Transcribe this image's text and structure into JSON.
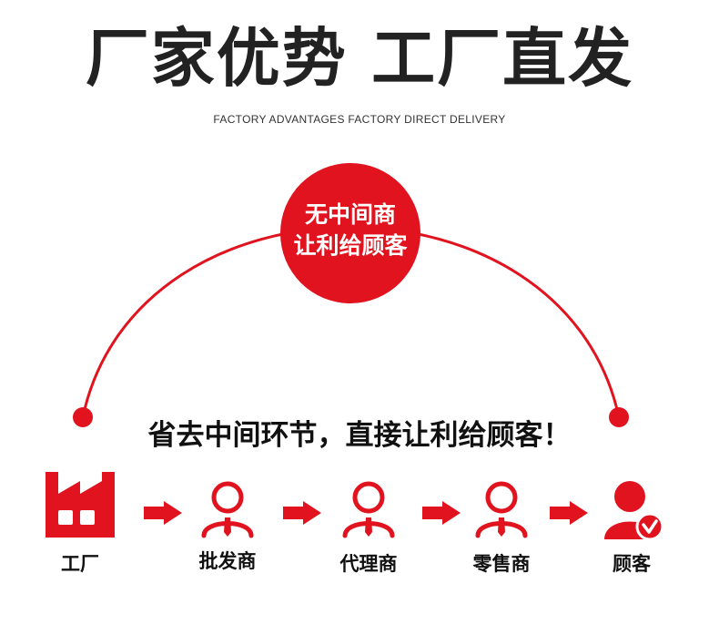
{
  "header": {
    "title": "厂家优势  工厂直发",
    "subtitle": "FACTORY ADVANTAGES FACTORY DIRECT DELIVERY"
  },
  "circle": {
    "line1": "无中间商",
    "line2": "让利给顾客"
  },
  "slogan": "省去中间环节，直接让利给顾客！",
  "chain": [
    {
      "label": "工厂",
      "icon": "factory-icon"
    },
    {
      "label": "批发商",
      "icon": "person-outline-icon"
    },
    {
      "label": "代理商",
      "icon": "person-outline-icon"
    },
    {
      "label": "零售商",
      "icon": "person-outline-icon"
    },
    {
      "label": "顾客",
      "icon": "customer-check-icon"
    }
  ],
  "colors": {
    "accent": "#e0131f",
    "title": "#222222",
    "text": "#111111"
  }
}
